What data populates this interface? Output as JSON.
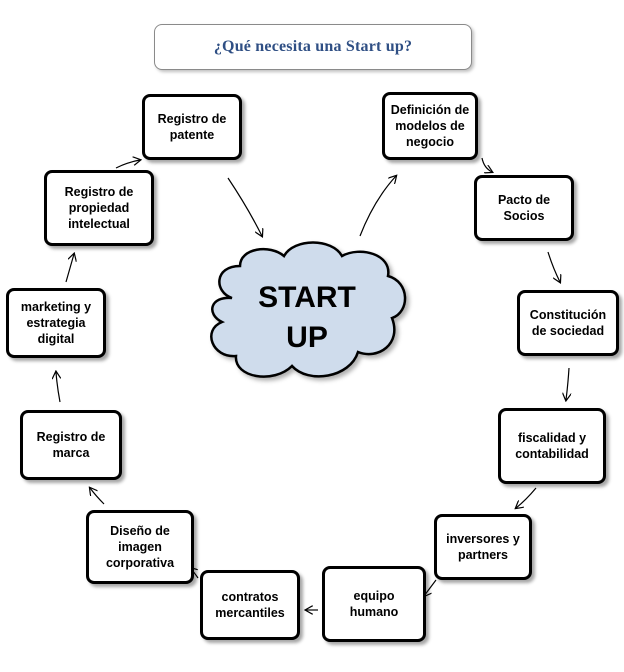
{
  "title": "¿Qué necesita una Start up?",
  "center": "START\nUP",
  "nodes": [
    "Registro de\npatente",
    "Definición de\nmodelos de\nnegocio",
    "Pacto de\nSocios",
    "Constitución\nde sociedad",
    "fiscalidad y\ncontabilidad",
    "inversores y\npartners",
    "equipo\nhumano",
    "contratos\nmercantiles",
    "Diseño de\nimagen\ncorporativa",
    "Registro de\nmarca",
    "marketing y\nestrategia\ndigital",
    "Registro de\npropiedad\nintelectual"
  ],
  "colors": {
    "title_text": "#2f4f84",
    "cloud_fill": "#cfdcec",
    "node_border": "#000000"
  }
}
